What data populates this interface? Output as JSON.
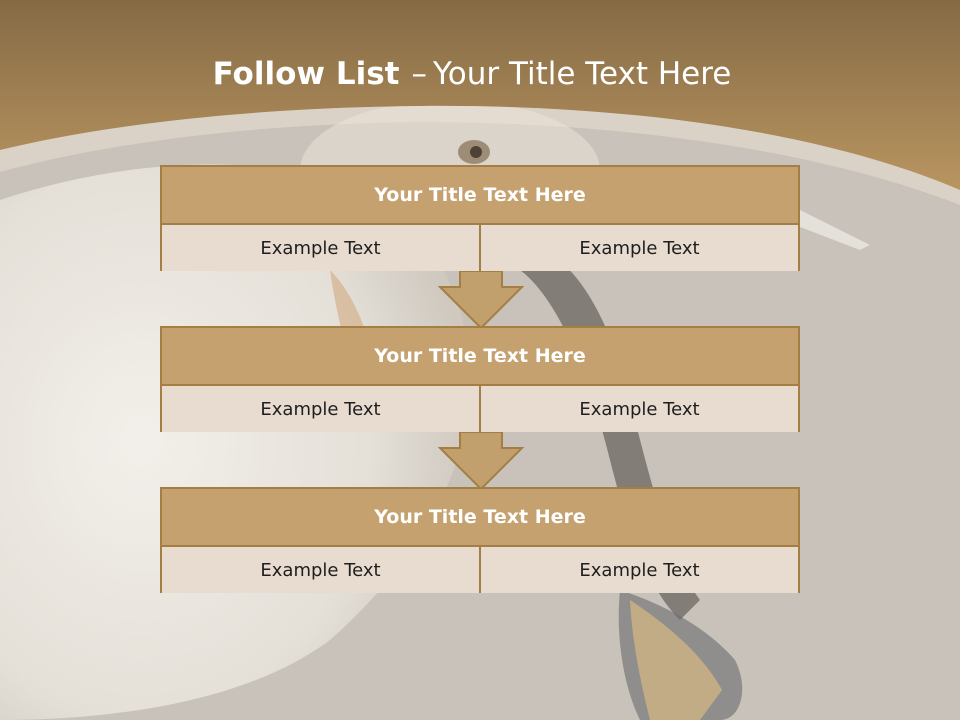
{
  "slide": {
    "title_bold": "Follow List",
    "title_separator": "–",
    "title_rest": "Your Title Text Here"
  },
  "steps": [
    {
      "title": "Your Title Text Here",
      "left": "Example Text",
      "right": "Example Text"
    },
    {
      "title": "Your Title Text Here",
      "left": "Example Text",
      "right": "Example Text"
    },
    {
      "title": "Your Title Text Here",
      "left": "Example Text",
      "right": "Example Text"
    }
  ],
  "colors": {
    "banner": "#a88552",
    "box_header": "#c4a16f",
    "box_cell": "#e8dcd0",
    "border": "#a47e42",
    "arrow": "#c2a06d"
  }
}
